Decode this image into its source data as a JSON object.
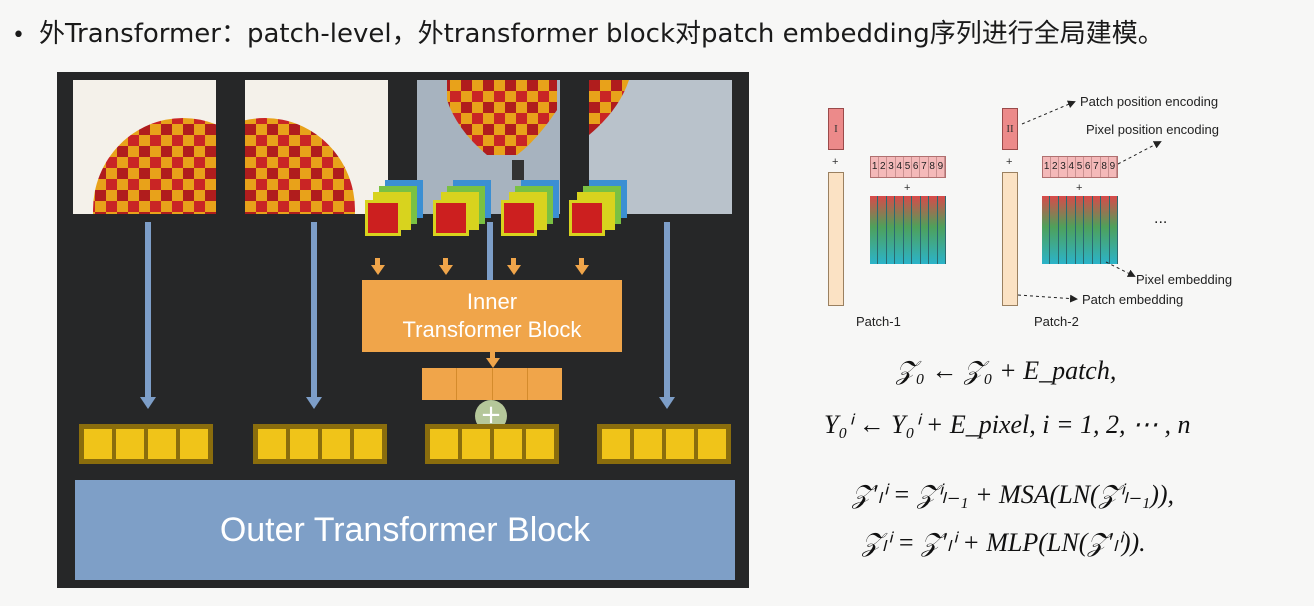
{
  "header": {
    "bullet": "•",
    "text": "外Transformer：patch-level，外transformer block对patch embedding序列进行全局建模。"
  },
  "left_diagram": {
    "inner_block_line1": "Inner",
    "inner_block_line2": "Transformer Block",
    "plus": "+",
    "outer_block": "Outer Transformer Block"
  },
  "right_diagram": {
    "class_token_1": "I",
    "class_token_2": "II",
    "pixel_positions": [
      "1",
      "2",
      "3",
      "4",
      "5",
      "6",
      "7",
      "8",
      "9"
    ],
    "plus": "+",
    "ellipsis": "...",
    "patch_position_encoding": "Patch position encoding",
    "pixel_position_encoding": "Pixel position encoding",
    "pixel_embedding": "Pixel embedding",
    "patch_embedding": "Patch embedding",
    "patch1_label": "Patch-1",
    "patch2_label": "Patch-2"
  },
  "equations": {
    "eq1": "𝒵₀ ← 𝒵₀ + E_patch,",
    "eq2": "Y₀ⁱ ← Y₀ⁱ + E_pixel, i = 1, 2, ⋯ , n",
    "eq3": "𝒵′ₗⁱ = 𝒵ⁱₗ₋₁ + MSA(LN(𝒵ⁱₗ₋₁)),",
    "eq4": "𝒵ₗⁱ = 𝒵′ₗⁱ + MLP(LN(𝒵′ₗⁱ))."
  },
  "colors": {
    "panel_bg": "#262728",
    "inner_block": "#f0a54a",
    "outer_block": "#7e9fc7",
    "token": "#f0c419",
    "arrow": "#7d9ec8"
  }
}
